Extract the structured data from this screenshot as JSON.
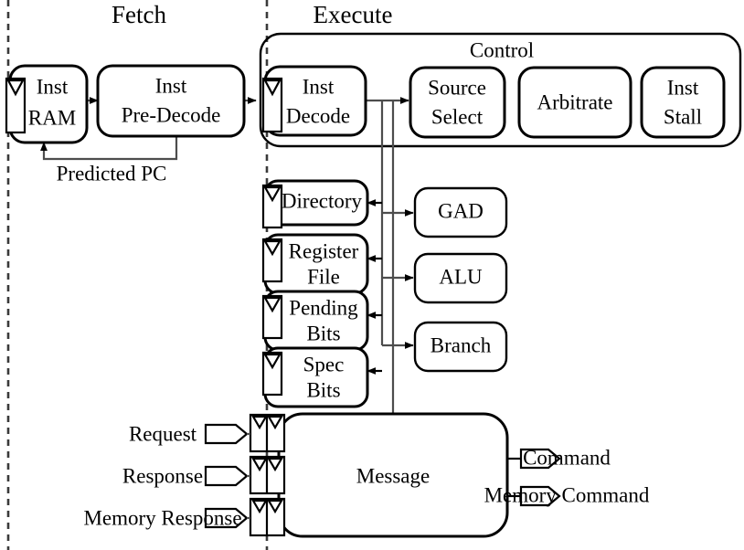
{
  "diagram": {
    "title": "Processor Pipeline Block Diagram",
    "stages": [
      {
        "id": "fetch",
        "label": "Fetch"
      },
      {
        "id": "execute",
        "label": "Execute"
      }
    ],
    "groups": [
      {
        "id": "control",
        "label": "Control"
      }
    ],
    "fetch_blocks": [
      {
        "id": "inst-ram",
        "label_line1": "Inst",
        "label_line2": "RAM",
        "latch": true
      },
      {
        "id": "inst-pre-decode",
        "label_line1": "Inst",
        "label_line2": "Pre-Decode",
        "latch": false
      }
    ],
    "execute_blocks": [
      {
        "id": "inst-decode",
        "label_line1": "Inst",
        "label_line2": "Decode",
        "latch": true
      }
    ],
    "control_blocks": [
      {
        "id": "source-select",
        "label_line1": "Source",
        "label_line2": "Select",
        "latch": false
      },
      {
        "id": "arbitrate",
        "label_line1": "Arbitrate",
        "label_line2": "",
        "latch": false
      },
      {
        "id": "inst-stall",
        "label_line1": "Inst",
        "label_line2": "Stall",
        "latch": false
      }
    ],
    "storage_blocks": [
      {
        "id": "directory",
        "label_line1": "Directory",
        "label_line2": "",
        "latch": true
      },
      {
        "id": "register-file",
        "label_line1": "Register",
        "label_line2": "File",
        "latch": true
      },
      {
        "id": "pending-bits",
        "label_line1": "Pending",
        "label_line2": "Bits",
        "latch": true
      },
      {
        "id": "spec-bits",
        "label_line1": "Spec",
        "label_line2": "Bits",
        "latch": true
      }
    ],
    "function_blocks": [
      {
        "id": "gad",
        "label": "GAD"
      },
      {
        "id": "alu",
        "label": "ALU"
      },
      {
        "id": "branch",
        "label": "Branch"
      }
    ],
    "message_block": {
      "id": "message",
      "label": "Message"
    },
    "input_ports": [
      {
        "id": "request",
        "label": "Request"
      },
      {
        "id": "response",
        "label": "Response"
      },
      {
        "id": "memory-response",
        "label": "Memory Response"
      }
    ],
    "output_ports": [
      {
        "id": "command",
        "label": "Command"
      },
      {
        "id": "memory-command",
        "label": "Memory Command"
      }
    ],
    "signal_labels": [
      {
        "id": "predicted-pc",
        "label": "Predicted PC"
      }
    ],
    "colors": {
      "background": "#ffffff",
      "stroke": "#000000",
      "wire": "#4d4d4d",
      "divider": "#3a3a3a"
    }
  }
}
